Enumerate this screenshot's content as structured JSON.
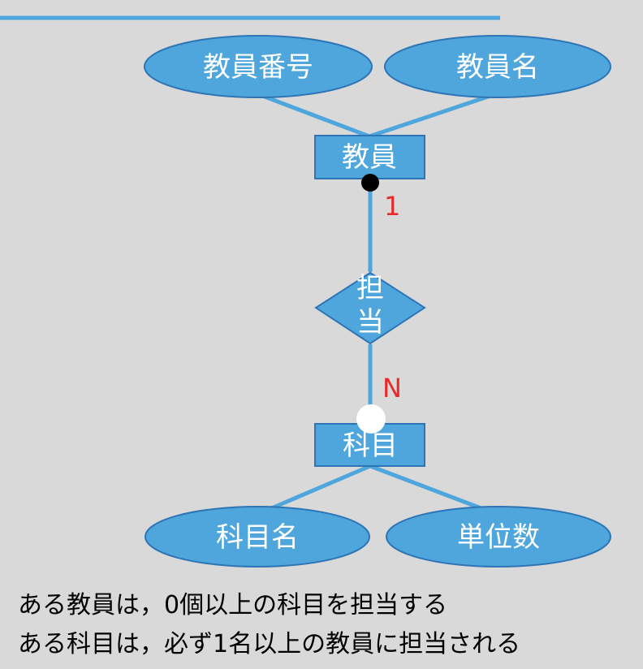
{
  "colors": {
    "background": "#d9d9d9",
    "shape_fill": "#4ea6dc",
    "shape_stroke": "#2e75b6",
    "line": "#4ea6dc",
    "cardinality": "#e82a2a",
    "node_text": "#ffffff"
  },
  "diagram": {
    "entities": {
      "teacher": "教員",
      "subject": "科目"
    },
    "relationship": {
      "line1": "担",
      "line2": "当"
    },
    "attributes": {
      "teacher_id": "教員番号",
      "teacher_name": "教員名",
      "subject_name": "科目名",
      "credits": "単位数"
    },
    "cardinality": {
      "teacher_side": "1",
      "subject_side": "N"
    },
    "participation": {
      "teacher_side": "mandatory (filled black circle)",
      "subject_side": "optional (hollow white circle)"
    }
  },
  "captions": {
    "line1": "ある教員は，0個以上の科目を担当する",
    "line2": "ある科目は，必ず1名以上の教員に担当される"
  }
}
